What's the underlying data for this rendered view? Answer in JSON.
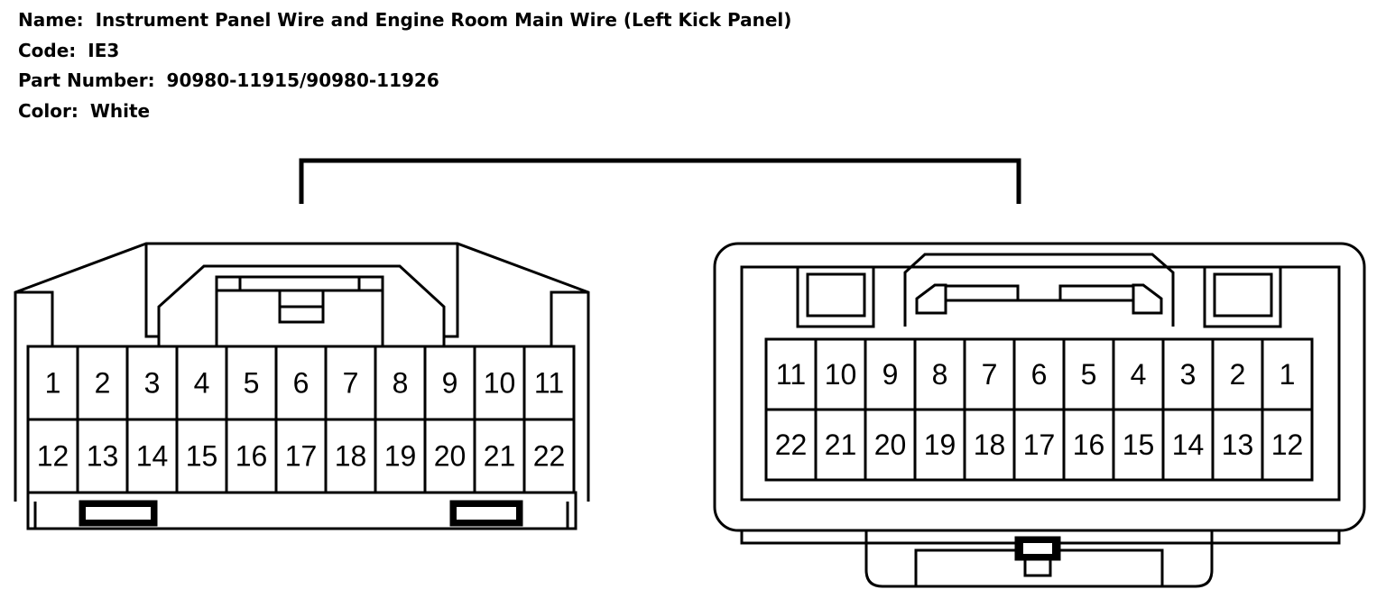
{
  "header": {
    "name_label": "Name:",
    "name_value": "Instrument Panel Wire and Engine Room Main Wire (Left Kick Panel)",
    "code_label": "Code:",
    "code_value": "IE3",
    "part_label": "Part Number:",
    "part_value": "90980-11915/90980-11926",
    "color_label": "Color:",
    "color_value": "White"
  },
  "left_connector": {
    "top_row": [
      "1",
      "2",
      "3",
      "4",
      "5",
      "6",
      "7",
      "8",
      "9",
      "10",
      "11"
    ],
    "bottom_row": [
      "12",
      "13",
      "14",
      "15",
      "16",
      "17",
      "18",
      "19",
      "20",
      "21",
      "22"
    ]
  },
  "right_connector": {
    "top_row": [
      "11",
      "10",
      "9",
      "8",
      "7",
      "6",
      "5",
      "4",
      "3",
      "2",
      "1"
    ],
    "bottom_row": [
      "22",
      "21",
      "20",
      "19",
      "18",
      "17",
      "16",
      "15",
      "14",
      "13",
      "12"
    ]
  }
}
